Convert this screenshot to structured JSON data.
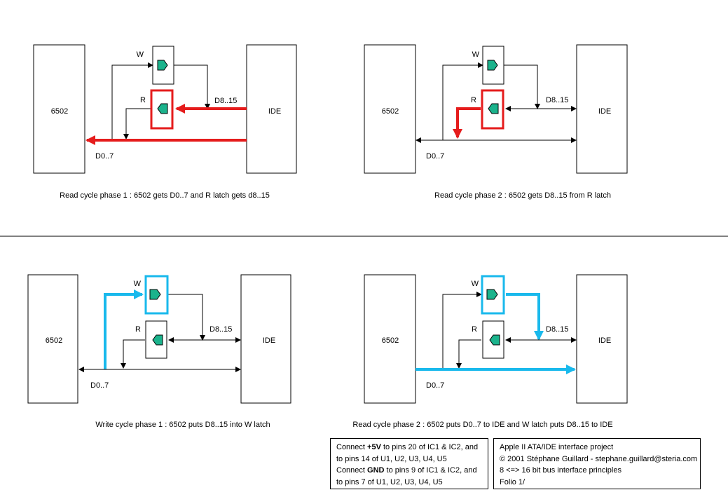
{
  "panels": [
    {
      "cpu_label": "6502",
      "ide_label": "IDE",
      "w_label": "W",
      "r_label": "R",
      "d_hi_label": "D8..15",
      "d_lo_label": "D0..7",
      "caption": "Read cycle phase 1 : 6502 gets D0..7 and R latch gets d8..15",
      "highlight": "red"
    },
    {
      "cpu_label": "6502",
      "ide_label": "IDE",
      "w_label": "W",
      "r_label": "R",
      "d_hi_label": "D8..15",
      "d_lo_label": "D0..7",
      "caption": "Read cycle phase 2 : 6502 gets D8..15 from R latch",
      "highlight": "red"
    },
    {
      "cpu_label": "6502",
      "ide_label": "IDE",
      "w_label": "W",
      "r_label": "R",
      "d_hi_label": "D8..15",
      "d_lo_label": "D0..7",
      "caption": "Write cycle phase 1 : 6502 puts D8..15 into W latch",
      "highlight": "cyan"
    },
    {
      "cpu_label": "6502",
      "ide_label": "IDE",
      "w_label": "W",
      "r_label": "R",
      "d_hi_label": "D8..15",
      "d_lo_label": "D0..7",
      "caption": "Read cycle phase 2 : 6502 puts D0..7 to IDE and W latch puts D8..15 to IDE",
      "highlight": "cyan"
    }
  ],
  "notes": {
    "power": {
      "line1_pre": "Connect ",
      "line1_bold": "+5V",
      "line1_post": " to pins 20 of IC1 & IC2, and",
      "line2": "to pins 14 of U1, U2, U3, U4, U5",
      "line3_pre": "Connect ",
      "line3_bold": "GND",
      "line3_post": " to pins 9 of IC1 & IC2, and",
      "line4": "to pins 7 of U1, U2, U3, U4, U5"
    },
    "title_block": {
      "line1": "Apple II ATA/IDE interface project",
      "line2": "© 2001 Stéphane Guillard - stephane.guillard@steria.com",
      "line3": "8 <=> 16 bit bus interface principles",
      "line4": "Folio 1/"
    }
  },
  "colors": {
    "red": "#e51c1c",
    "cyan": "#19b9ec",
    "latch_fill": "#1bb38c",
    "line": "#000000"
  }
}
